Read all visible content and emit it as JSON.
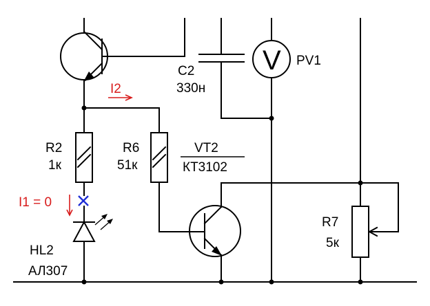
{
  "components": {
    "c2": {
      "ref": "C2",
      "value": "330н"
    },
    "pv1": {
      "ref": "PV1",
      "symbol": "V"
    },
    "r2": {
      "ref": "R2",
      "value": "1к"
    },
    "r6": {
      "ref": "R6",
      "value": "51к"
    },
    "vt2": {
      "ref": "VT2",
      "part": "КТ3102"
    },
    "r7": {
      "ref": "R7",
      "value": "5к"
    },
    "hl2": {
      "ref": "HL2",
      "part": "АЛ307"
    }
  },
  "currents": {
    "i1": "I1 = 0",
    "i2": "I2"
  },
  "colors": {
    "wire": "#000000",
    "current": "#d81b1b",
    "cross": "#1f2fd6"
  }
}
